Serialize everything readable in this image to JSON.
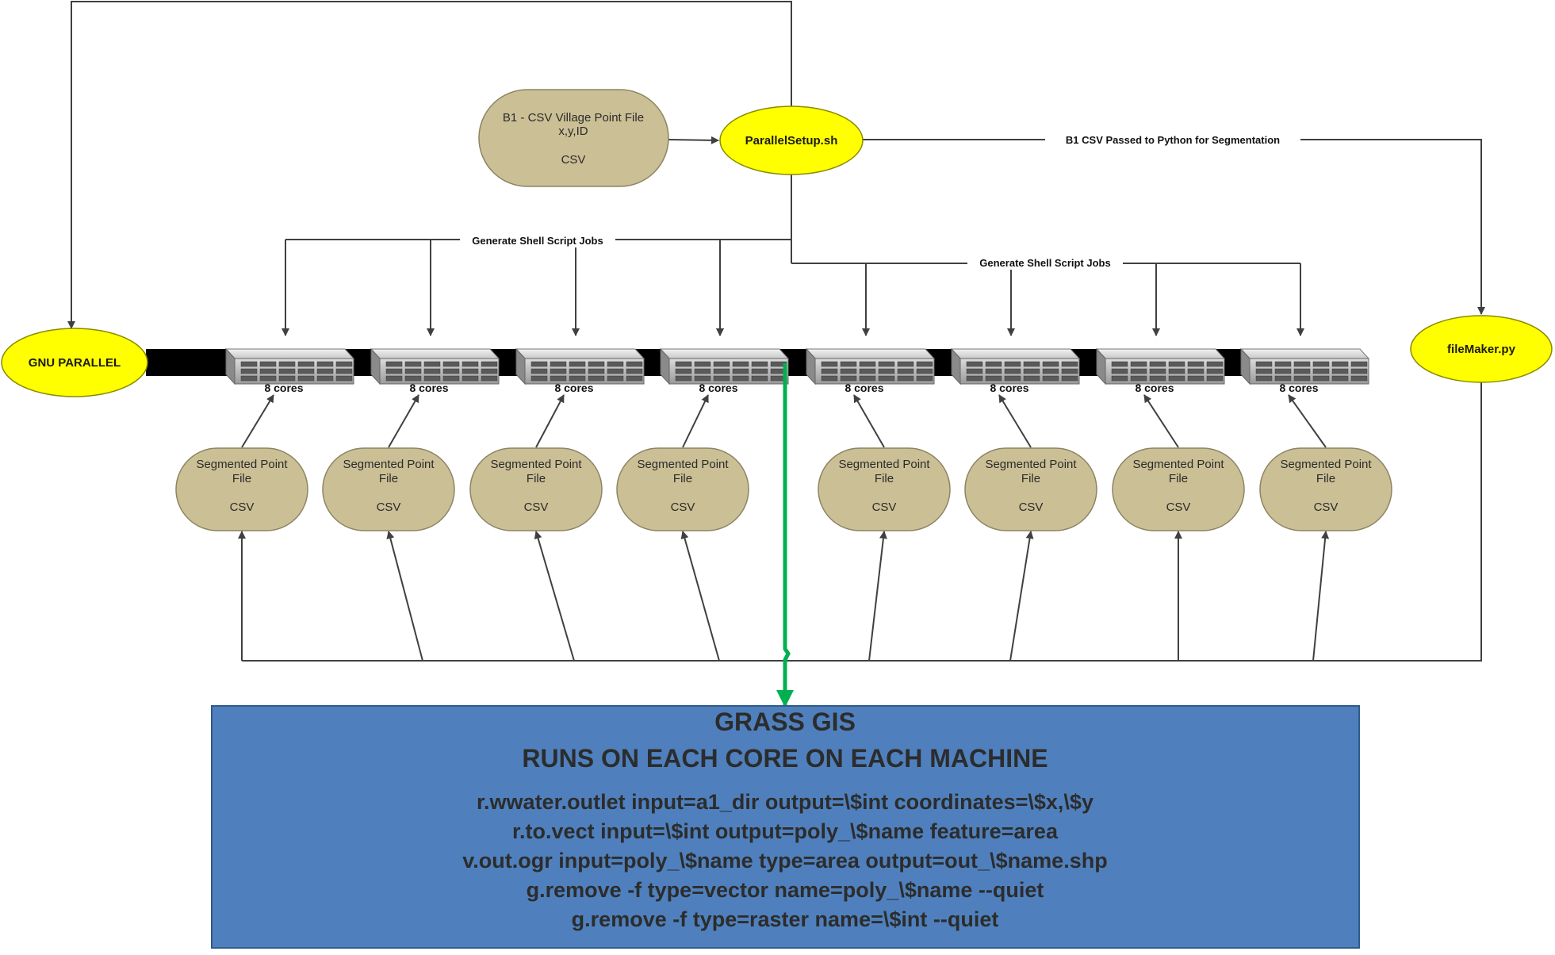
{
  "colors": {
    "csv_node": "#cbbf95",
    "ellipse": "#ffff00",
    "grass_box": "#4f80bd",
    "arrow": "#404040",
    "green_arrow": "#00b050"
  },
  "csv_input": {
    "lines": [
      "B1 - CSV Village Point File",
      "x,y,ID",
      "",
      "CSV"
    ]
  },
  "parallel_setup": {
    "label": "ParallelSetup.sh"
  },
  "gnu_parallel": {
    "label": "GNU PARALLEL"
  },
  "filemaker": {
    "label": "fileMaker.py"
  },
  "labels": {
    "b1_passed": "B1 CSV Passed to Python for Segmentation",
    "generate_left": "Generate Shell Script Jobs",
    "generate_right": "Generate Shell Script Jobs"
  },
  "servers": [
    {
      "label": "8 cores"
    },
    {
      "label": "8 cores"
    },
    {
      "label": "8 cores"
    },
    {
      "label": "8 cores"
    },
    {
      "label": "8 cores"
    },
    {
      "label": "8 cores"
    },
    {
      "label": "8 cores"
    },
    {
      "label": "8 cores"
    }
  ],
  "segments": [
    {
      "lines": [
        "Segmented Point",
        "File",
        "",
        "CSV"
      ]
    },
    {
      "lines": [
        "Segmented Point",
        "File",
        "",
        "CSV"
      ]
    },
    {
      "lines": [
        "Segmented Point",
        "File",
        "",
        "CSV"
      ]
    },
    {
      "lines": [
        "Segmented Point",
        "File",
        "",
        "CSV"
      ]
    },
    {
      "lines": [
        "Segmented Point",
        "File",
        "",
        "CSV"
      ]
    },
    {
      "lines": [
        "Segmented Point",
        "File",
        "",
        "CSV"
      ]
    },
    {
      "lines": [
        "Segmented Point",
        "File",
        "",
        "CSV"
      ]
    },
    {
      "lines": [
        "Segmented Point",
        "File",
        "",
        "CSV"
      ]
    }
  ],
  "grass": {
    "title1": "GRASS GIS",
    "title2": "RUNS ON EACH CORE ON EACH MACHINE",
    "commands": [
      "r.wwater.outlet input=a1_dir output=\\$int coordinates=\\$x,\\$y",
      "r.to.vect input=\\$int output=poly_\\$name feature=area",
      "v.out.ogr input=poly_\\$name type=area output=out_\\$name.shp",
      "g.remove -f type=vector name=poly_\\$name --quiet",
      "g.remove -f type=raster name=\\$int --quiet"
    ]
  }
}
